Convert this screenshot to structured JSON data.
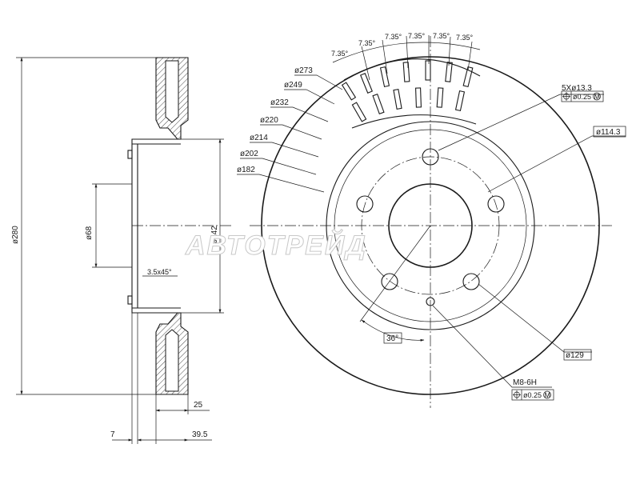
{
  "watermark": "АВТОТРЕЙД",
  "side_view": {
    "overall_diameter": "ø280",
    "hub_bore": "ø68",
    "hat_diameter": "ø142",
    "chamfer": "3.5x45°",
    "thickness": "25",
    "offset_left": "7",
    "total_height": "39.5"
  },
  "front_view": {
    "bolt_holes": "5Xø13.3",
    "bolt_hole_tolerance": "ø0.25",
    "bolt_hole_tolerance_mod": "M",
    "pcd": "ø114.3",
    "ring_diameters": [
      "ø273",
      "ø249",
      "ø232",
      "ø220",
      "ø214",
      "ø202",
      "ø182"
    ],
    "vent_angle_labels": [
      "7.35°",
      "7.35°",
      "7.35°",
      "7.35°",
      "7.35°",
      "7.35°"
    ],
    "hole_angle": "36°",
    "inner_diameter": "ø129",
    "thread": "M8-6H",
    "thread_tolerance": "ø0.25",
    "thread_tolerance_mod": "M"
  }
}
